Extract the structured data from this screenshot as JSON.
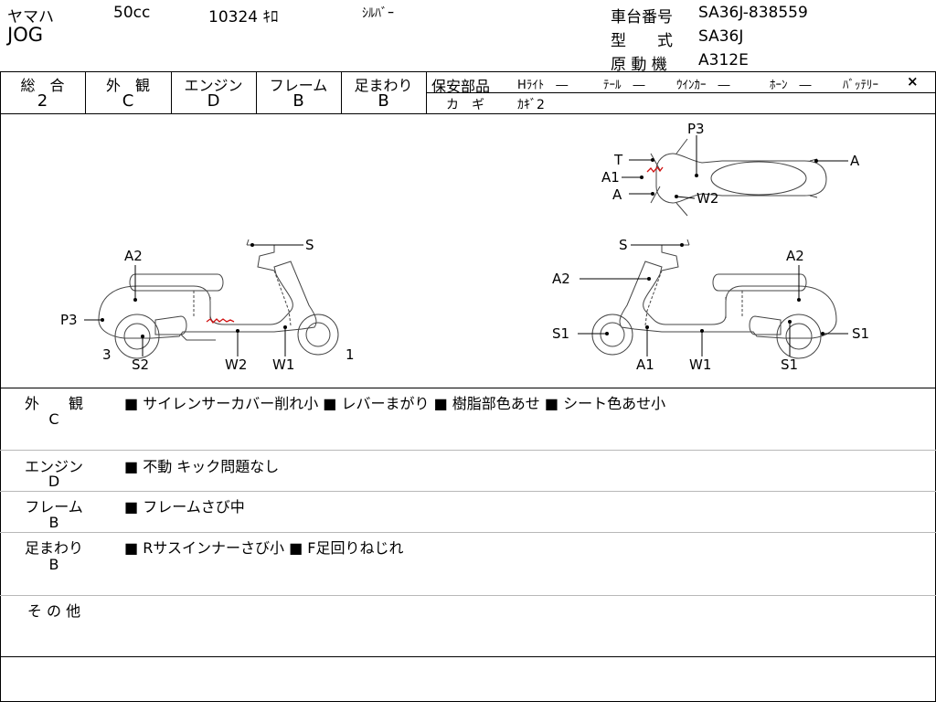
{
  "header": {
    "maker": "ヤマハ",
    "displacement": "50cc",
    "mileage": "10324 ｷﾛ",
    "color": "ｼﾙﾊﾞｰ",
    "model": "JOG",
    "frame_no_label": "車台番号",
    "frame_no": "SA36J-838559",
    "type_label": "型　　式",
    "type": "SA36J",
    "engine_label": "原 動 機",
    "engine": "A312E"
  },
  "grades": {
    "overall_label": "総　合",
    "overall": "2",
    "exterior_label": "外　観",
    "exterior": "C",
    "engine_label": "エンジン",
    "engine": "D",
    "frame_label": "フレーム",
    "frame": "B",
    "suspension_label": "足まわり",
    "suspension": "B"
  },
  "safety": {
    "title": "保安部品",
    "items": [
      "Hﾗｲﾄ　―",
      "ﾃｰﾙ　―",
      "ｳｲﾝｶｰ　―",
      "ﾎｰﾝ　―",
      "ﾊﾞｯﾃﾘｰ"
    ],
    "battery_mark": "×",
    "key_label": "カ　ギ",
    "key_value": "ｶｷﾞ2"
  },
  "diagram": {
    "left_labels": [
      "S",
      "A2",
      "P3",
      "3",
      "S2",
      "W2",
      "W1",
      "1"
    ],
    "right_labels": [
      "S",
      "A2",
      "A2",
      "S1",
      "S1",
      "A1",
      "W1",
      "S1"
    ],
    "top_labels": [
      "P3",
      "T",
      "A1",
      "A",
      "W2",
      "A"
    ]
  },
  "sections": [
    {
      "label": "外　　観",
      "grade": "C",
      "text": "■ サイレンサーカバー削れ小 ■ レバーまがり ■ 樹脂部色あせ ■ シート色あせ小"
    },
    {
      "label": "エンジン",
      "grade": "D",
      "text": "■ 不動 キック問題なし"
    },
    {
      "label": "フレーム",
      "grade": "B",
      "text": "■ フレームさび中"
    },
    {
      "label": "足まわり",
      "grade": "B",
      "text": "■ Rサスインナーさび小 ■ F足回りねじれ"
    },
    {
      "label": "そ の 他",
      "grade": "",
      "text": ""
    }
  ],
  "colors": {
    "damage_mark": "#d01010",
    "grid_line": "#b8b8b8"
  }
}
